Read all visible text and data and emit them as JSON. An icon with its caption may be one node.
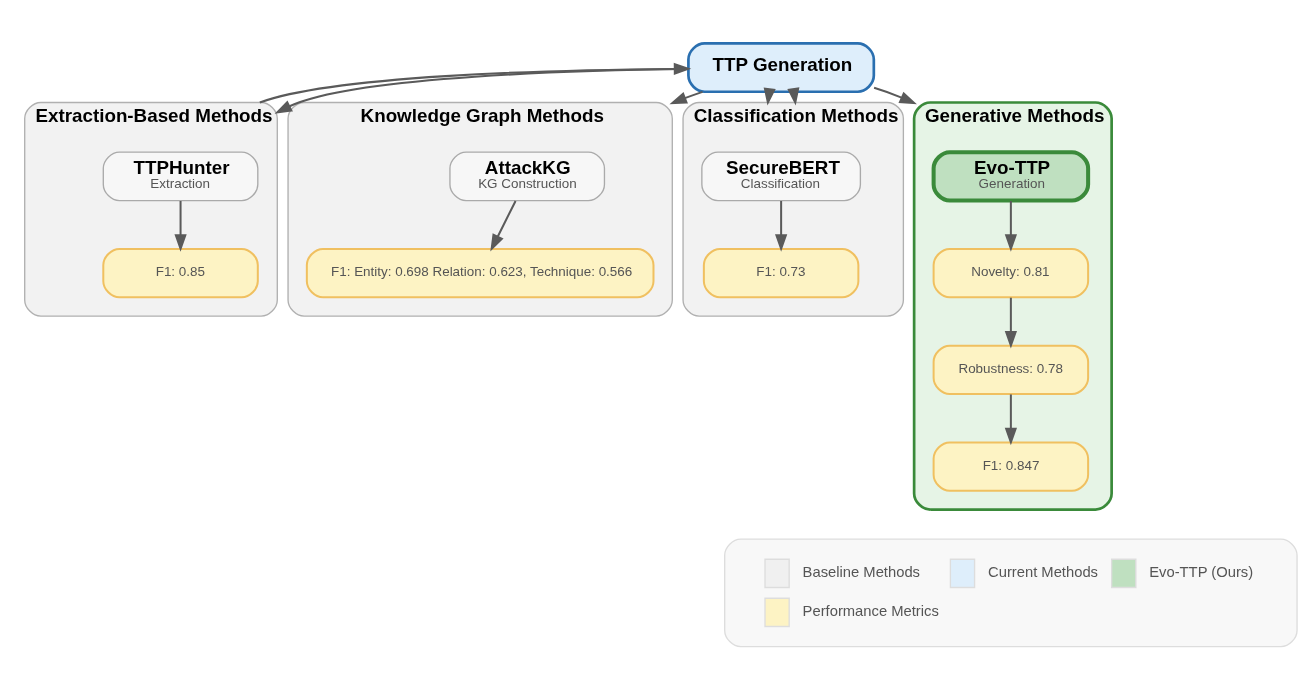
{
  "diagram": {
    "nodes": [
      {
        "text": [
          "TTP Generation"
        ]
      },
      {
        "text": [
          "Extraction-Based Methods"
        ]
      },
      {
        "text": [
          "TTPHunter",
          "Extraction"
        ],
        "in": 1
      },
      {
        "text": [
          "F1: 0.85"
        ],
        "in": 1
      },
      {
        "text": [
          "Knowledge Graph Methods"
        ]
      },
      {
        "text": [
          "AttackKG",
          "KG Construction"
        ],
        "in": 4
      },
      {
        "text": [
          "F1: Entity: 0.698 Relation: 0.623, Technique: 0.566"
        ],
        "in": 4
      },
      {
        "text": [
          "Classification Methods"
        ]
      },
      {
        "text": [
          "SecureBERT",
          "Classification"
        ],
        "in": 7
      },
      {
        "text": [
          "F1: 0.73"
        ],
        "in": 7
      },
      {
        "text": [
          "Generative Methods"
        ]
      },
      {
        "text": [
          "Evo-TTP",
          "Generation"
        ],
        "in": 10
      },
      {
        "text": [
          "Novelty: 0.81"
        ],
        "in": 10
      },
      {
        "text": [
          "Robustness: 0.78"
        ],
        "in": 10
      },
      {
        "text": [
          "F1: 0.847"
        ],
        "in": 10
      }
    ],
    "edges": [
      {
        "from": 0,
        "to": 1,
        "arrow": "to"
      },
      {
        "from": 1,
        "to": 0,
        "arrow": "to"
      },
      {
        "from": 0,
        "to": 4,
        "arrow": "to"
      },
      {
        "from": 0,
        "to": 7,
        "arrow": "to"
      },
      {
        "from": 0,
        "to": 7,
        "arrow": "to"
      },
      {
        "from": 0,
        "to": 10,
        "arrow": "to"
      },
      {
        "from": 2,
        "to": 3,
        "arrow": "to"
      },
      {
        "from": 5,
        "to": 6,
        "arrow": "to"
      },
      {
        "from": 8,
        "to": 9,
        "arrow": "to"
      },
      {
        "from": 11,
        "to": 12,
        "arrow": "to"
      },
      {
        "from": 12,
        "to": 13,
        "arrow": "to"
      },
      {
        "from": 13,
        "to": 14,
        "arrow": "to"
      }
    ],
    "legend": [
      {
        "text": "Baseline Methods",
        "color": "#f0f0f0"
      },
      {
        "text": "Current Methods",
        "color": "#deeefb"
      },
      {
        "text": "Evo-TTP (Ours)",
        "color": "#bfe0c0"
      },
      {
        "text": "Performance Metrics",
        "color": "#fdf3c4"
      }
    ]
  }
}
